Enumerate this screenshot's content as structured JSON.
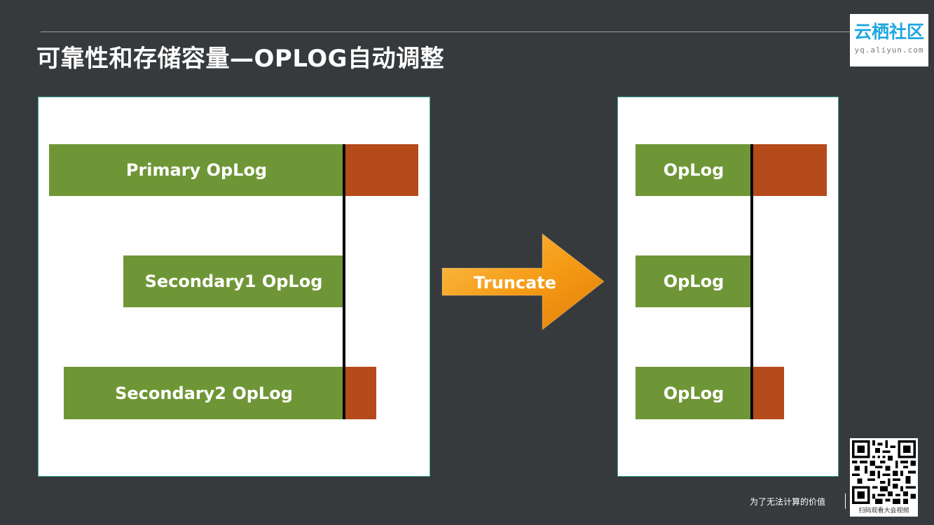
{
  "header": {
    "title": "可靠性和存储容量—OPLOG自动调整"
  },
  "logo": {
    "name": "云栖社区",
    "url": "yq.aliyun.com",
    "brand_color": "#1fa7e0"
  },
  "diagram": {
    "colors": {
      "oplog_bar": "#6f9636",
      "overflow": "#b54a1b",
      "arrow": "#f5a21b",
      "panel_border": "#3aa898",
      "background": "#363a3d"
    },
    "before": {
      "bars": [
        {
          "label": "Primary OpLog",
          "has_overflow": true
        },
        {
          "label": "Secondary1 OpLog",
          "has_overflow": false
        },
        {
          "label": "Secondary2 OpLog",
          "has_overflow": true
        }
      ]
    },
    "action": {
      "label": "Truncate"
    },
    "after": {
      "bars": [
        {
          "label": "OpLog",
          "has_overflow": true
        },
        {
          "label": "OpLog",
          "has_overflow": false
        },
        {
          "label": "OpLog",
          "has_overflow": true
        }
      ]
    }
  },
  "footer": {
    "slogan": "为了无法计算的价值",
    "qr_caption": "扫码观看大会视频"
  }
}
